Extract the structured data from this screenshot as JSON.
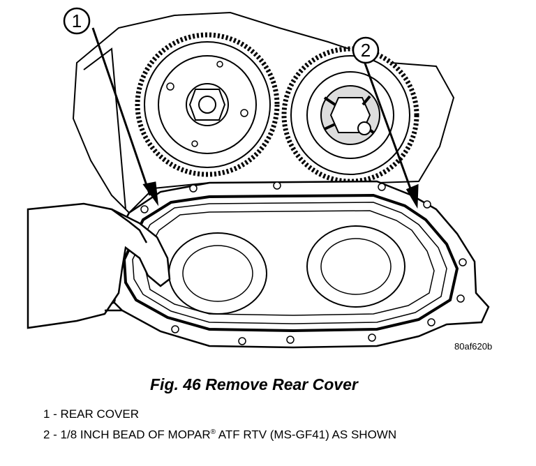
{
  "figure": {
    "callout_1": "1",
    "callout_2": "2",
    "image_code": "80af620b"
  },
  "caption": "Fig. 46 Remove Rear Cover",
  "legend": [
    {
      "number": "1",
      "text": "1 - REAR COVER"
    },
    {
      "number": "2",
      "text_before": "2 - 1/8 INCH BEAD OF MOPAR",
      "mark": "®",
      "text_after": " ATF RTV (MS-GF41) AS SHOWN"
    }
  ]
}
